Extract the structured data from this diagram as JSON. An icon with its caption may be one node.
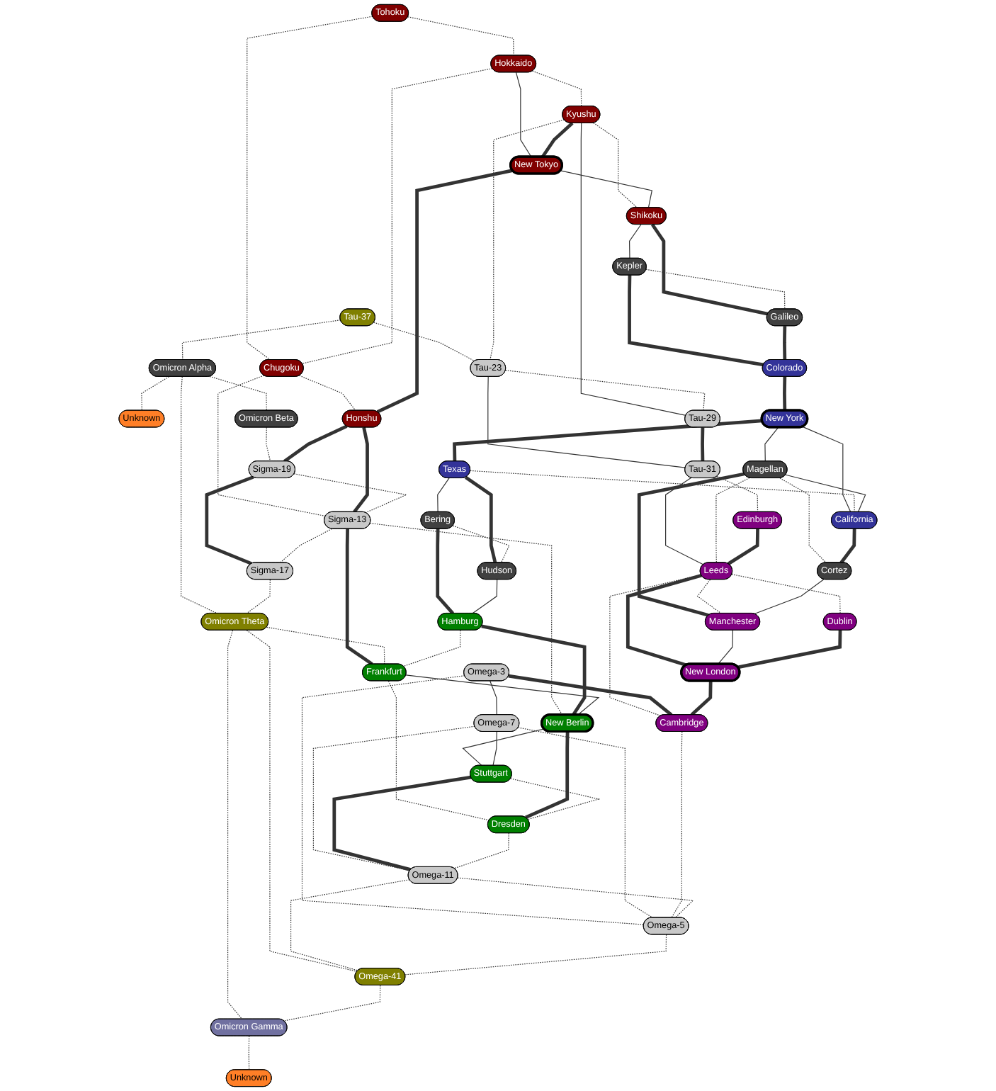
{
  "diagram": {
    "nodes": [
      {
        "text": [
          "Tau-37"
        ]
      },
      {
        "text": [
          "Omicron Alpha"
        ]
      },
      {
        "text": [
          "Unknown"
        ]
      },
      {
        "text": [
          "Tohoku"
        ]
      },
      {
        "text": [
          "Hokkaido"
        ]
      },
      {
        "text": [
          "Omicron Beta"
        ]
      },
      {
        "text": [
          "Chugoku"
        ]
      },
      {
        "text": [
          "Kyushu"
        ]
      },
      {
        "text": [
          "New Tokyo"
        ]
      },
      {
        "text": [
          "Honshu"
        ]
      },
      {
        "text": [
          "Sigma-19"
        ]
      },
      {
        "text": [
          "Shikoku"
        ]
      },
      {
        "text": [
          "Tau-23"
        ]
      },
      {
        "text": [
          "Tau-29"
        ]
      },
      {
        "text": [
          "Kepler"
        ]
      },
      {
        "text": [
          "Galileo"
        ]
      },
      {
        "text": [
          "Sigma-13"
        ]
      },
      {
        "text": [
          "Sigma-17"
        ]
      },
      {
        "text": [
          "Tau-31"
        ]
      },
      {
        "text": [
          "Colorado"
        ]
      },
      {
        "text": [
          "New York"
        ]
      },
      {
        "text": [
          "Texas"
        ]
      },
      {
        "text": [
          "Bering"
        ]
      },
      {
        "text": [
          "Omicron Theta"
        ]
      },
      {
        "text": [
          "Magellan"
        ]
      },
      {
        "text": [
          "California"
        ]
      },
      {
        "text": [
          "Edinburgh"
        ]
      },
      {
        "text": [
          "Leeds"
        ]
      },
      {
        "text": [
          "Hudson"
        ]
      },
      {
        "text": [
          "Hamburg"
        ]
      },
      {
        "text": [
          "Frankfurt"
        ]
      },
      {
        "text": [
          "Cortez"
        ]
      },
      {
        "text": [
          "Manchester"
        ]
      },
      {
        "text": [
          "New Berlin"
        ]
      },
      {
        "text": [
          "Dublin"
        ]
      },
      {
        "text": [
          "Omega-3"
        ]
      },
      {
        "text": [
          "Omega-7"
        ]
      },
      {
        "text": [
          "Stuttgart"
        ]
      },
      {
        "text": [
          "New London"
        ]
      },
      {
        "text": [
          "Cambridge"
        ]
      },
      {
        "text": [
          "Dresden"
        ]
      },
      {
        "text": [
          "Omega-11"
        ]
      },
      {
        "text": [
          "Omega-5"
        ]
      },
      {
        "text": [
          "Omega-41"
        ]
      },
      {
        "text": [
          "Omicron Gamma"
        ]
      },
      {
        "text": [
          "Unknown"
        ]
      }
    ],
    "edges": [
      {
        "from": 0,
        "to": 1,
        "arrow": "none",
        "style": "dashed"
      },
      {
        "from": 0,
        "to": 12,
        "arrow": "none",
        "style": "dashed"
      },
      {
        "from": 1,
        "to": 2,
        "arrow": "none",
        "style": "dashed"
      },
      {
        "from": 1,
        "to": 5,
        "arrow": "none",
        "style": "dashed"
      },
      {
        "from": 1,
        "to": 23,
        "arrow": "none",
        "style": "dashed"
      },
      {
        "from": 3,
        "to": 4,
        "arrow": "none",
        "style": "dashed"
      },
      {
        "from": 3,
        "to": 6,
        "arrow": "none",
        "style": "dashed"
      },
      {
        "from": 4,
        "to": 6,
        "arrow": "none",
        "style": "dashed"
      },
      {
        "from": 4,
        "to": 8,
        "arrow": "none"
      },
      {
        "from": 4,
        "to": 7,
        "arrow": "none",
        "style": "dashed"
      },
      {
        "from": 5,
        "to": 10,
        "arrow": "none",
        "style": "dashed"
      },
      {
        "from": 6,
        "to": 9,
        "arrow": "none",
        "style": "dashed"
      },
      {
        "from": 6,
        "to": 16,
        "arrow": "none",
        "style": "dashed"
      },
      {
        "from": 7,
        "to": 8,
        "arrow": "none",
        "style": "thick"
      },
      {
        "from": 7,
        "to": 12,
        "arrow": "none",
        "style": "dashed"
      },
      {
        "from": 7,
        "to": 13,
        "arrow": "none"
      },
      {
        "from": 7,
        "to": 11,
        "arrow": "none",
        "style": "dashed"
      },
      {
        "from": 8,
        "to": 9,
        "arrow": "none",
        "style": "thick"
      },
      {
        "from": 8,
        "to": 11,
        "arrow": "none"
      },
      {
        "from": 9,
        "to": 10,
        "arrow": "none",
        "style": "thick"
      },
      {
        "from": 9,
        "to": 16,
        "arrow": "none",
        "style": "thick"
      },
      {
        "from": 10,
        "to": 16,
        "arrow": "none",
        "style": "dashed"
      },
      {
        "from": 10,
        "to": 17,
        "arrow": "none",
        "style": "thick"
      },
      {
        "from": 11,
        "to": 14,
        "arrow": "none"
      },
      {
        "from": 11,
        "to": 15,
        "arrow": "none",
        "style": "thick"
      },
      {
        "from": 12,
        "to": 13,
        "arrow": "none",
        "style": "dashed"
      },
      {
        "from": 12,
        "to": 18,
        "arrow": "none"
      },
      {
        "from": 13,
        "to": 18,
        "arrow": "none",
        "style": "thick"
      },
      {
        "from": 14,
        "to": 15,
        "arrow": "none",
        "style": "dashed"
      },
      {
        "from": 14,
        "to": 19,
        "arrow": "none",
        "style": "thick"
      },
      {
        "from": 15,
        "to": 19,
        "arrow": "none",
        "style": "thick"
      },
      {
        "from": 16,
        "to": 17,
        "arrow": "none",
        "style": "dashed"
      },
      {
        "from": 16,
        "to": 30,
        "arrow": "none",
        "style": "thick"
      },
      {
        "from": 16,
        "to": 33,
        "arrow": "none",
        "style": "dashed"
      },
      {
        "from": 17,
        "to": 23,
        "arrow": "none",
        "style": "dashed"
      },
      {
        "from": 18,
        "to": 26,
        "arrow": "none",
        "style": "dashed"
      },
      {
        "from": 18,
        "to": 27,
        "arrow": "none"
      },
      {
        "from": 19,
        "to": 20,
        "arrow": "none",
        "style": "thick"
      },
      {
        "from": 20,
        "to": 21,
        "arrow": "none",
        "style": "thick"
      },
      {
        "from": 20,
        "to": 24,
        "arrow": "none"
      },
      {
        "from": 20,
        "to": 25,
        "arrow": "none"
      },
      {
        "from": 21,
        "to": 22,
        "arrow": "none"
      },
      {
        "from": 21,
        "to": 28,
        "arrow": "none",
        "style": "thick"
      },
      {
        "from": 21,
        "to": 25,
        "arrow": "none",
        "style": "dashed"
      },
      {
        "from": 22,
        "to": 28,
        "arrow": "none",
        "style": "dashed"
      },
      {
        "from": 22,
        "to": 29,
        "arrow": "none",
        "style": "thick"
      },
      {
        "from": 23,
        "to": 30,
        "arrow": "none",
        "style": "dashed"
      },
      {
        "from": 23,
        "to": 43,
        "arrow": "none",
        "style": "dashed"
      },
      {
        "from": 23,
        "to": 44,
        "arrow": "none",
        "style": "dashed"
      },
      {
        "from": 24,
        "to": 25,
        "arrow": "none"
      },
      {
        "from": 24,
        "to": 27,
        "arrow": "none",
        "style": "dashed"
      },
      {
        "from": 24,
        "to": 31,
        "arrow": "none",
        "style": "dashed"
      },
      {
        "from": 24,
        "to": 32,
        "arrow": "none",
        "style": "thick"
      },
      {
        "from": 25,
        "to": 31,
        "arrow": "none",
        "style": "thick"
      },
      {
        "from": 26,
        "to": 27,
        "arrow": "none",
        "style": "thick"
      },
      {
        "from": 27,
        "to": 32,
        "arrow": "none",
        "style": "dashed"
      },
      {
        "from": 27,
        "to": 34,
        "arrow": "none",
        "style": "dashed"
      },
      {
        "from": 27,
        "to": 38,
        "arrow": "none",
        "style": "thick"
      },
      {
        "from": 27,
        "to": 39,
        "arrow": "none",
        "style": "dashed"
      },
      {
        "from": 28,
        "to": 29,
        "arrow": "none"
      },
      {
        "from": 29,
        "to": 30,
        "arrow": "none",
        "style": "dashed"
      },
      {
        "from": 29,
        "to": 33,
        "arrow": "none",
        "style": "thick"
      },
      {
        "from": 30,
        "to": 33,
        "arrow": "none"
      },
      {
        "from": 30,
        "to": 40,
        "arrow": "none",
        "style": "dashed"
      },
      {
        "from": 31,
        "to": 32,
        "arrow": "none"
      },
      {
        "from": 32,
        "to": 38,
        "arrow": "none"
      },
      {
        "from": 33,
        "to": 37,
        "arrow": "none"
      },
      {
        "from": 33,
        "to": 40,
        "arrow": "none",
        "style": "thick"
      },
      {
        "from": 34,
        "to": 38,
        "arrow": "none",
        "style": "thick"
      },
      {
        "from": 35,
        "to": 36,
        "arrow": "none"
      },
      {
        "from": 35,
        "to": 39,
        "arrow": "none",
        "style": "thick"
      },
      {
        "from": 35,
        "to": 42,
        "arrow": "none",
        "style": "dashed"
      },
      {
        "from": 36,
        "to": 37,
        "arrow": "none"
      },
      {
        "from": 36,
        "to": 42,
        "arrow": "none",
        "style": "dashed"
      },
      {
        "from": 36,
        "to": 41,
        "arrow": "none",
        "style": "dashed"
      },
      {
        "from": 37,
        "to": 40,
        "arrow": "none",
        "style": "dashed"
      },
      {
        "from": 37,
        "to": 41,
        "arrow": "none",
        "style": "thick"
      },
      {
        "from": 38,
        "to": 39,
        "arrow": "none",
        "style": "thick"
      },
      {
        "from": 39,
        "to": 42,
        "arrow": "none",
        "style": "dashed"
      },
      {
        "from": 40,
        "to": 41,
        "arrow": "none",
        "style": "dashed"
      },
      {
        "from": 41,
        "to": 42,
        "arrow": "none",
        "style": "dashed"
      },
      {
        "from": 41,
        "to": 43,
        "arrow": "none",
        "style": "dashed"
      },
      {
        "from": 42,
        "to": 43,
        "arrow": "none",
        "style": "dashed"
      },
      {
        "from": 43,
        "to": 44,
        "arrow": "none",
        "style": "dashed"
      },
      {
        "from": 44,
        "to": 45,
        "arrow": "none",
        "style": "dashed"
      }
    ]
  }
}
